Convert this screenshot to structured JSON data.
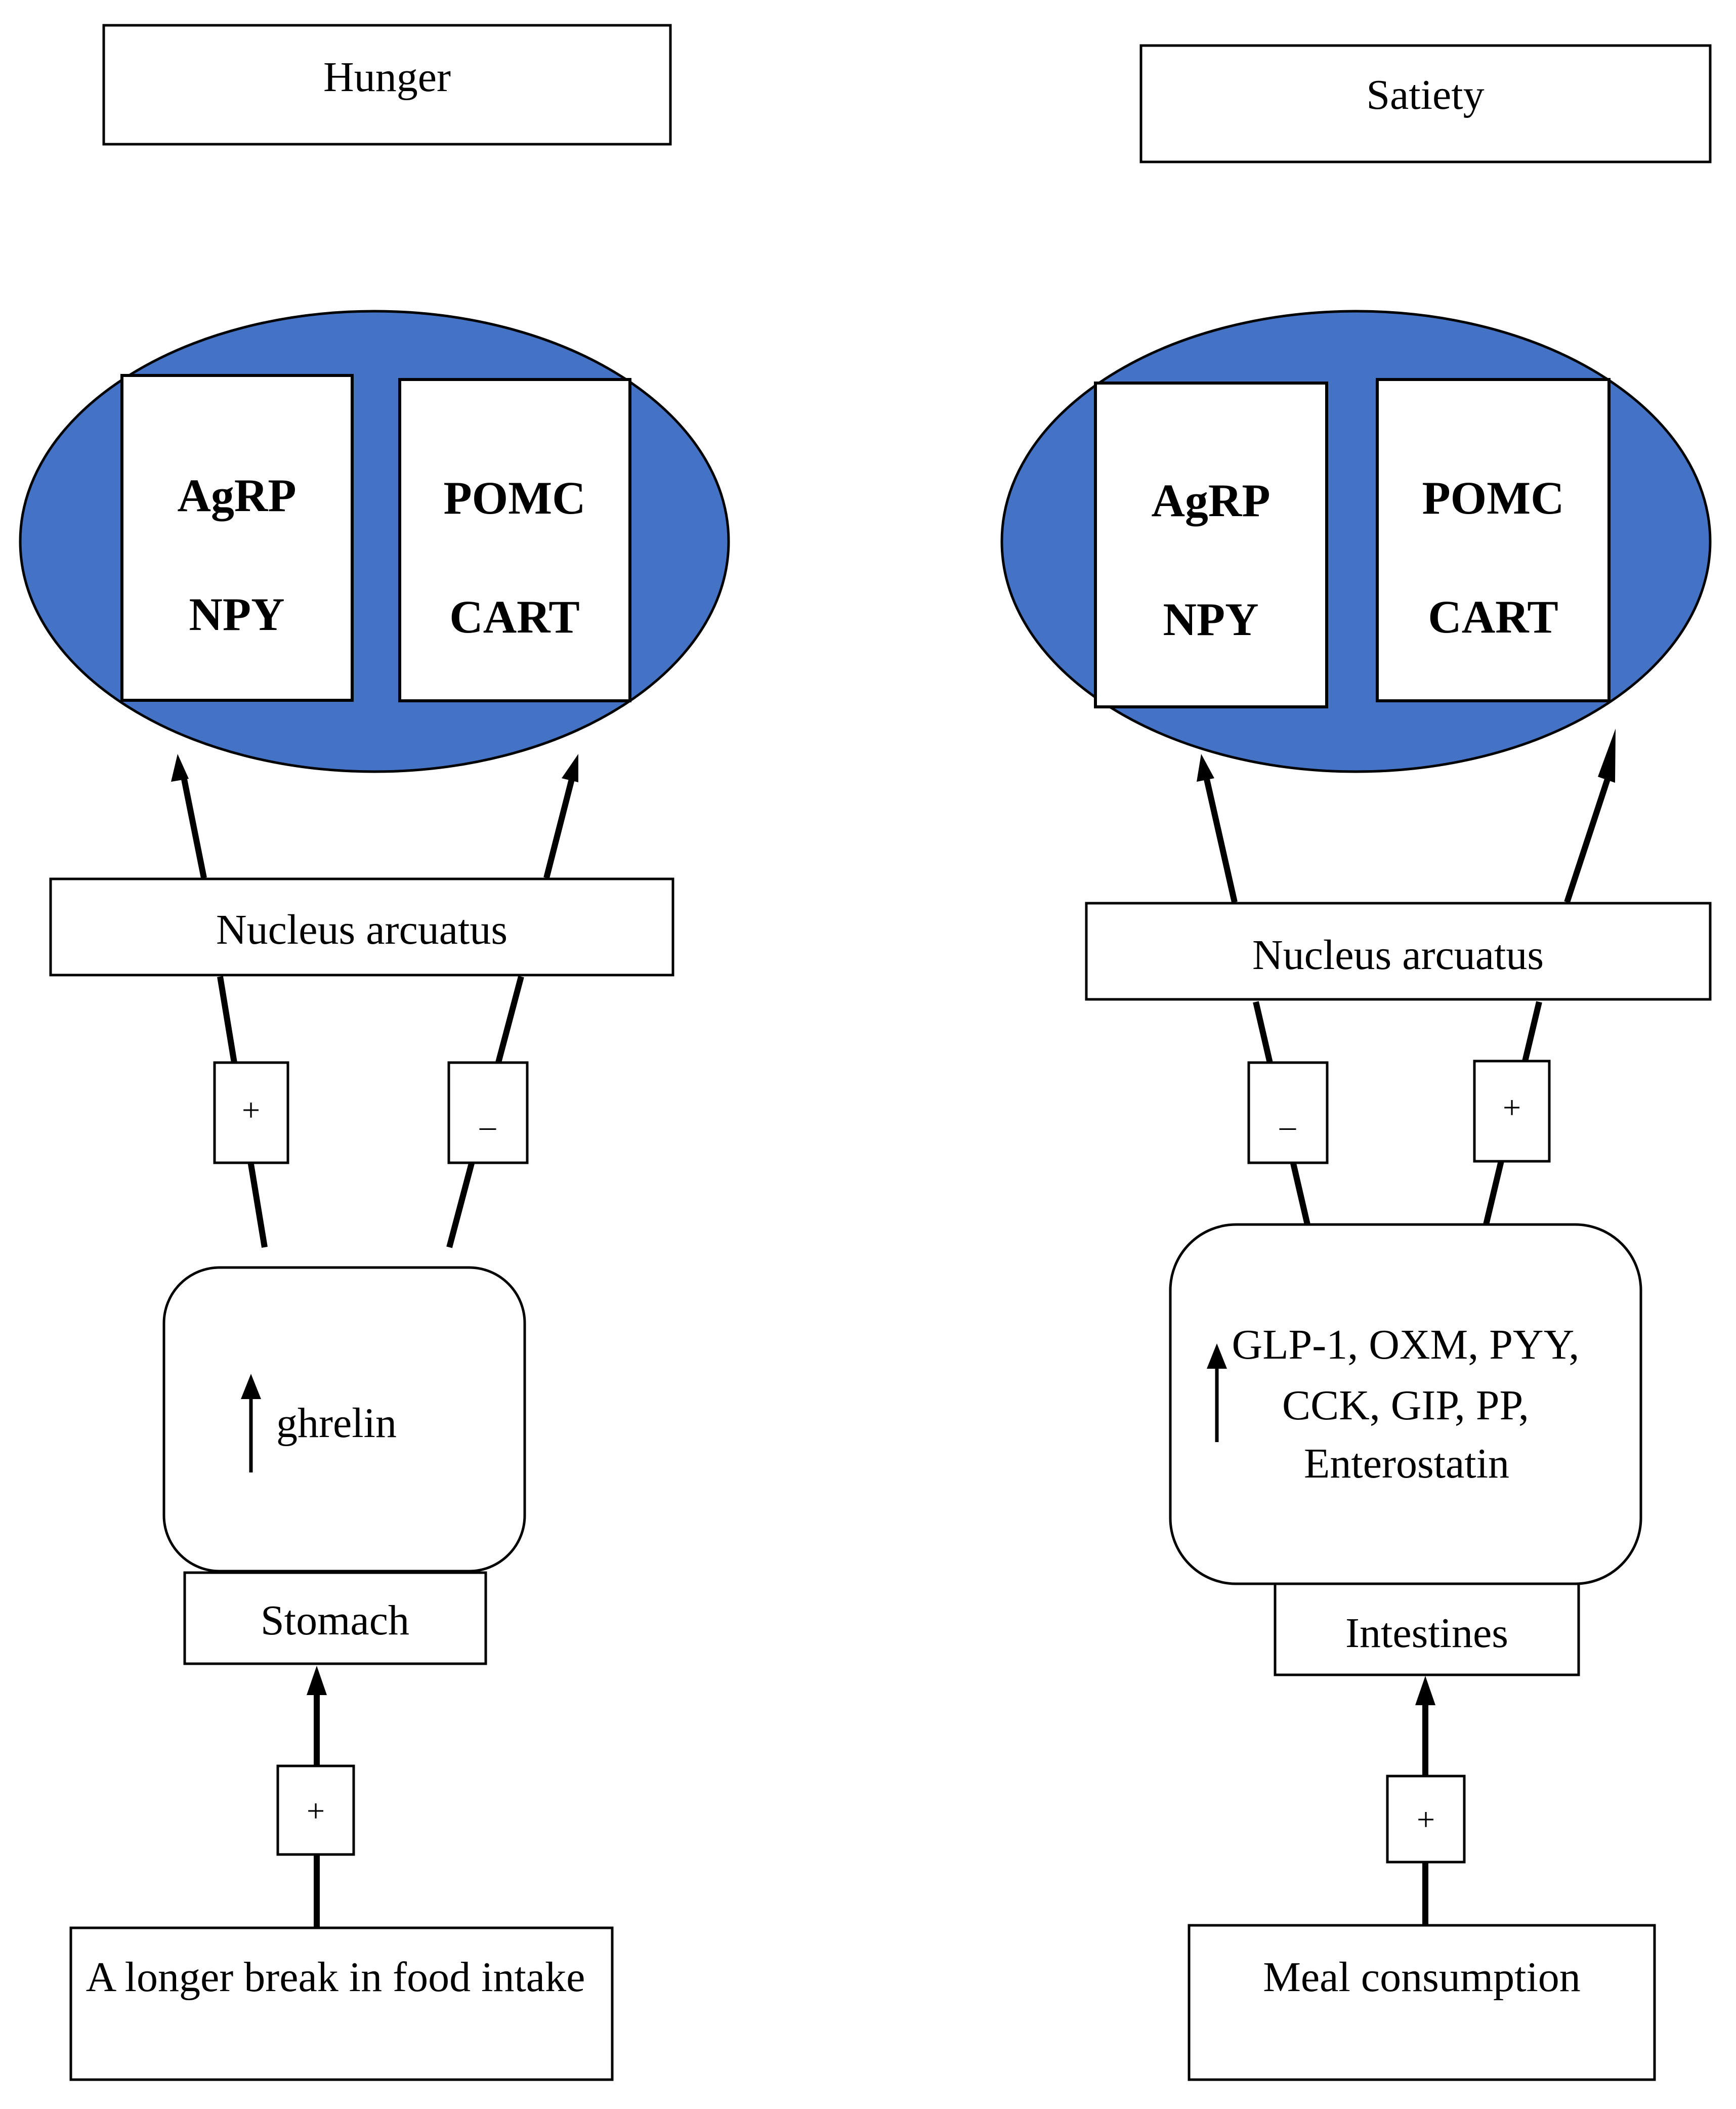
{
  "hunger": {
    "title": "Hunger",
    "agrp": "AgRP",
    "npy": "NPY",
    "pomc": "POMC",
    "cart": "CART",
    "nucleus": "Nucleus arcuatus",
    "sign_left": "+",
    "sign_right": "_",
    "hormone": "ghrelin",
    "organ": "Stomach",
    "sign_bottom": "+",
    "trigger": "A longer break in food intake"
  },
  "satiety": {
    "title": "Satiety",
    "agrp": "AgRP",
    "npy": "NPY",
    "pomc": "POMC",
    "cart": "CART",
    "nucleus": "Nucleus arcuatus",
    "sign_left": "_",
    "sign_right": "+",
    "hormones_line1": "GLP-1, OXM, PYY,",
    "hormones_line2": "CCK, GIP, PP,",
    "hormones_line3": "Enterostatin",
    "organ": "Intestines",
    "sign_bottom": "+",
    "trigger": "Meal consumption"
  },
  "colors": {
    "ellipse_fill": "#4472c4"
  }
}
